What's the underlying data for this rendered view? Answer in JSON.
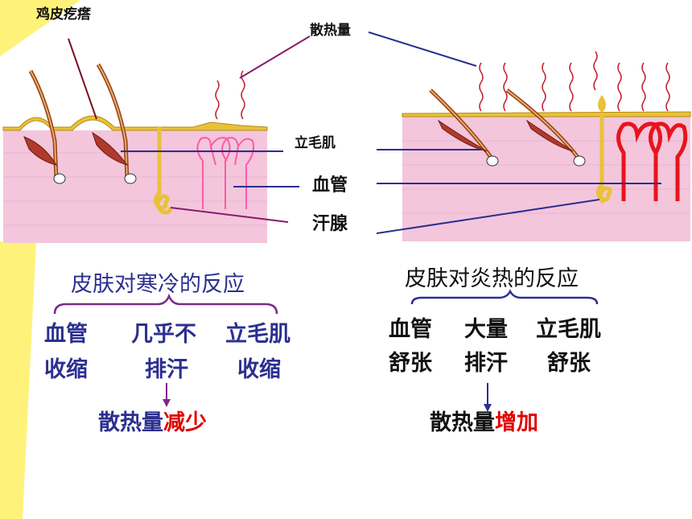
{
  "labels": {
    "goosebumps": "鸡皮疙瘩",
    "heat_dissipation": "散热量",
    "arrector_muscle": "立毛肌",
    "blood_vessel": "血管",
    "sweat_gland": "汗腺"
  },
  "cold": {
    "title": "皮肤对寒冷的反应",
    "vessel_1": "血管",
    "vessel_2": "收缩",
    "sweat_1": "几乎不",
    "sweat_2": "排汗",
    "muscle_1": "立毛肌",
    "muscle_2": "收缩",
    "result_prefix": "散热量",
    "result_change": "减少"
  },
  "hot": {
    "title": "皮肤对炎热的反应",
    "vessel_1": "血管",
    "vessel_2": "舒张",
    "sweat_1": "大量",
    "sweat_2": "排汗",
    "muscle_1": "立毛肌",
    "muscle_2": "舒张",
    "result_prefix": "散热量",
    "result_change": "增加"
  },
  "colors": {
    "skin": "#f3c6dc",
    "epidermis": "#e8c23a",
    "cold_vessel": "#ff5aa8",
    "hot_vessel": "#e8141b",
    "pointer_line": "#2b2f8f",
    "goosebump_line": "#7a1020",
    "heat_line": "#8a1a6a",
    "yellow_decor": "#fff27a"
  }
}
